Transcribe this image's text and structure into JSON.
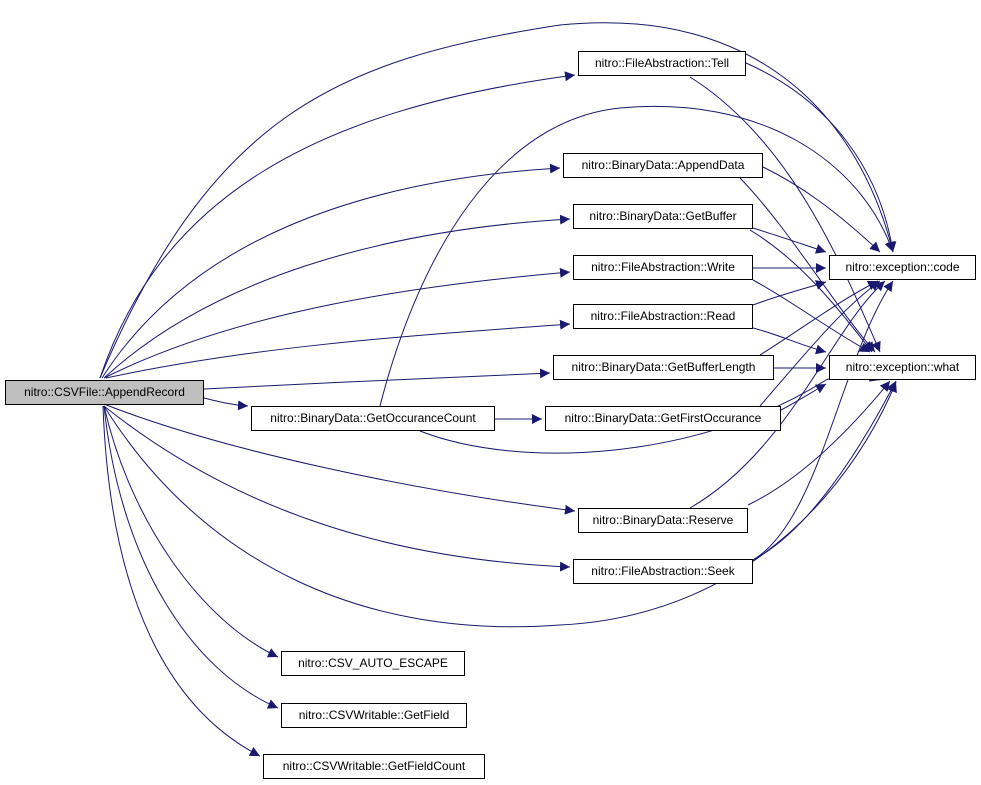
{
  "colors": {
    "edge": "#191970",
    "root_fill": "#bfbfbf",
    "node_fill": "#ffffff",
    "border": "#000000"
  },
  "nodes": {
    "root": "nitro::CSVFile::AppendRecord",
    "tell": "nitro::FileAbstraction::Tell",
    "appenddata": "nitro::BinaryData::AppendData",
    "getbuffer": "nitro::BinaryData::GetBuffer",
    "write": "nitro::FileAbstraction::Write",
    "read": "nitro::FileAbstraction::Read",
    "getbufferlength": "nitro::BinaryData::GetBufferLength",
    "getoccurancecount": "nitro::BinaryData::GetOccuranceCount",
    "getfirstoccurance": "nitro::BinaryData::GetFirstOccurance",
    "reserve": "nitro::BinaryData::Reserve",
    "seek": "nitro::FileAbstraction::Seek",
    "excode": "nitro::exception::code",
    "exwhat": "nitro::exception::what",
    "autoescape": "nitro::CSV_AUTO_ESCAPE",
    "getfield": "nitro::CSVWritable::GetField",
    "getfieldcount": "nitro::CSVWritable::GetFieldCount"
  },
  "edges": [
    [
      "root",
      "tell"
    ],
    [
      "root",
      "appenddata"
    ],
    [
      "root",
      "getbuffer"
    ],
    [
      "root",
      "write"
    ],
    [
      "root",
      "read"
    ],
    [
      "root",
      "getbufferlength"
    ],
    [
      "root",
      "getoccurancecount"
    ],
    [
      "root",
      "reserve"
    ],
    [
      "root",
      "seek"
    ],
    [
      "root",
      "excode"
    ],
    [
      "root",
      "exwhat"
    ],
    [
      "root",
      "autoescape"
    ],
    [
      "root",
      "getfield"
    ],
    [
      "root",
      "getfieldcount"
    ],
    [
      "tell",
      "excode"
    ],
    [
      "tell",
      "exwhat"
    ],
    [
      "appenddata",
      "excode"
    ],
    [
      "appenddata",
      "exwhat"
    ],
    [
      "getbuffer",
      "excode"
    ],
    [
      "getbuffer",
      "exwhat"
    ],
    [
      "write",
      "excode"
    ],
    [
      "write",
      "exwhat"
    ],
    [
      "read",
      "excode"
    ],
    [
      "read",
      "exwhat"
    ],
    [
      "getbufferlength",
      "excode"
    ],
    [
      "getbufferlength",
      "exwhat"
    ],
    [
      "getoccurancecount",
      "getfirstoccurance"
    ],
    [
      "getoccurancecount",
      "excode"
    ],
    [
      "getoccurancecount",
      "exwhat"
    ],
    [
      "getfirstoccurance",
      "excode"
    ],
    [
      "getfirstoccurance",
      "exwhat"
    ],
    [
      "reserve",
      "excode"
    ],
    [
      "reserve",
      "exwhat"
    ],
    [
      "seek",
      "excode"
    ],
    [
      "seek",
      "exwhat"
    ]
  ]
}
